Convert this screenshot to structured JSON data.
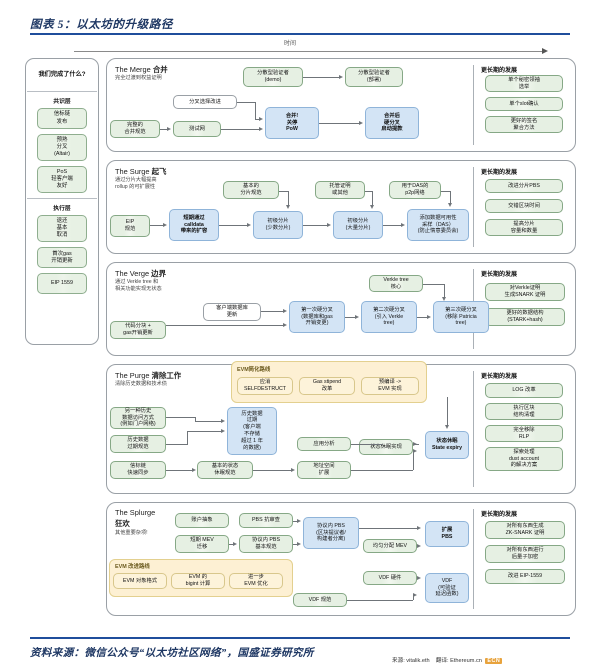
{
  "figure": {
    "title": "图表 5：以太坊的升级路径",
    "source": "资料来源：微信公众号“以太坊社区网络”，国盛证券研究所",
    "credit_source_label": "来源: vitalik.eth",
    "credit_translate_label": "翻译: Ethereum.cn",
    "credit_badge": "ECN",
    "timeline_label": "时间"
  },
  "colors": {
    "accent": "#1f4e9c",
    "title": "#1f3864",
    "green_node": "#e6f0e3",
    "blue_node": "#d3e4f5",
    "cream_group": "#fdf0d3",
    "border_gray": "#9aa0a6"
  },
  "sidebar": {
    "header": "我们完成了什么?",
    "groups": [
      {
        "name": "共识层",
        "items": [
          "信标链\n发布",
          "预熟\n分叉\n(Altair)",
          "PoS\n轻客户端\n友好"
        ]
      },
      {
        "name": "执行层",
        "items": [
          "退还\n基本\n取消",
          "首次gas\n开销更新",
          "EIP 1559"
        ]
      }
    ]
  },
  "sections": [
    {
      "id": "merge",
      "title_en": "The Merge",
      "title_cn": "合并",
      "subtitle": "完全过渡到权益证明",
      "right_title": "更长期的发展",
      "nodes": [
        {
          "label": "分散型验证者\n(demo)",
          "style": "green"
        },
        {
          "label": "分散型验证者\n(部署)",
          "style": "green"
        },
        {
          "label": "分叉选择改进",
          "style": "green"
        },
        {
          "label": "完整的\n合并规范",
          "style": "green"
        },
        {
          "label": "测试网",
          "style": "green"
        },
        {
          "label": "合并!\n关停\nPoW",
          "style": "blue"
        },
        {
          "label": "合并后\n硬分叉\n启动提款",
          "style": "blue"
        }
      ],
      "right_items": [
        "单个秘密领袖\n选举",
        "单个slot确认",
        "更好的签名\n聚合方法"
      ]
    },
    {
      "id": "surge",
      "title_en": "The Surge",
      "title_cn": "起飞",
      "subtitle": "通过分片大幅提高\nrollup 的可扩展性",
      "right_title": "更长期的发展",
      "nodes": [
        {
          "label": "基本的\n分片规范",
          "style": "green"
        },
        {
          "label": "托管证明\n或其他",
          "style": "green"
        },
        {
          "label": "用于DAS的\np2p网络",
          "style": "green"
        },
        {
          "label": "EIP\n规范",
          "style": "green"
        },
        {
          "label": "短期通过\ncalldata\n带来的扩容",
          "style": "blue"
        },
        {
          "label": "初级分片\n(少数分片)",
          "style": "blue"
        },
        {
          "label": "初级分片\n(大量分片)",
          "style": "blue"
        },
        {
          "label": "添加数据可用性\n采样（DAS）\n(防止惰意委员会)",
          "style": "blue"
        }
      ],
      "right_items": [
        "改进分片PBS",
        "交错区块时间",
        "提高分片\n容量和数量"
      ]
    },
    {
      "id": "verge",
      "title_en": "The Verge",
      "title_cn": "边界",
      "subtitle": "通过 Verkle tree 和\n相关功能实现无状态",
      "right_title": "更长期的发展",
      "nodes": [
        {
          "label": "Verkle tree\n核心",
          "style": "green"
        },
        {
          "label": "客户端数据库\n更新",
          "style": "green"
        },
        {
          "label": "代码分块 +\ngas开销更新",
          "style": "green"
        },
        {
          "label": "第一次硬分叉\n(数据库和gas\n开销变更)",
          "style": "blue"
        },
        {
          "label": "第二次硬分叉\n(引入 Verkle\ntree)",
          "style": "blue"
        },
        {
          "label": "第三次硬分叉\n(移除 Patricia\ntree)",
          "style": "blue"
        }
      ],
      "right_items": [
        "对Verkle证明\n生成SNARK 证明",
        "更好的数据结构\n(STARK+hash)"
      ]
    },
    {
      "id": "purge",
      "title_en": "The Purge",
      "title_cn": "清除工作",
      "subtitle": "清除历史数据和技术债",
      "right_title": "更长期的发展",
      "group_label": "EVM简化路线",
      "group_nodes": [
        "应消\nSELFDESTRUCT",
        "Gas stipend\n改革",
        "预编译 ->\nEVM 实现"
      ],
      "nodes": [
        {
          "label": "另一种历史\n数据访问方式\n(例如门户网络)",
          "style": "green"
        },
        {
          "label": "历史数据\n过期规范",
          "style": "green"
        },
        {
          "label": "信标链\n快速同步",
          "style": "green"
        },
        {
          "label": "基本的状态\n休眠规范",
          "style": "green"
        },
        {
          "label": "应用分析",
          "style": "green"
        },
        {
          "label": "地址空间\n扩展",
          "style": "green"
        },
        {
          "label": "状态休眠实现",
          "style": "green"
        },
        {
          "label": "历史数据\n过期\n(客户端\n不存储\n超过 1 年\n的数据)",
          "style": "blue"
        },
        {
          "label": "状态休眠\nState expiry",
          "style": "blue"
        }
      ],
      "right_items": [
        "LOG 改革",
        "执行区块\n结构清理",
        "完全移除\nRLP",
        "探索处理\ndust account\n的解决方案"
      ]
    },
    {
      "id": "splurge",
      "title_en": "The Splurge",
      "title_cn": "狂欢",
      "subtitle": "其他重要杂项!",
      "right_title": "更长期的发展",
      "group_label": "EVM 改进路线",
      "group_nodes": [
        "EVM 对象格式",
        "EVM 的\nbigint 计算",
        "进一步\nEVM 优化"
      ],
      "nodes": [
        {
          "label": "账户抽象",
          "style": "green"
        },
        {
          "label": "PBS 抗审查",
          "style": "green"
        },
        {
          "label": "短期 MEV\n迁移",
          "style": "green"
        },
        {
          "label": "协议内 PBS\n基本规范",
          "style": "green"
        },
        {
          "label": "均匀分配 MEV",
          "style": "green"
        },
        {
          "label": "VDF 硬件",
          "style": "green"
        },
        {
          "label": "VDF 规范",
          "style": "green"
        },
        {
          "label": "协议内 PBS\n(区块提议者/\n构建者分离)",
          "style": "blue"
        },
        {
          "label": "扩展\nPBS",
          "style": "blue"
        },
        {
          "label": "VDF\n(可验证\n延迟函数)",
          "style": "blue"
        }
      ],
      "right_items": [
        "对所有东西生成\nZK-SNARK 证明",
        "对所有东西进行\n后量子加密",
        "改进 EIP-1559"
      ]
    }
  ]
}
